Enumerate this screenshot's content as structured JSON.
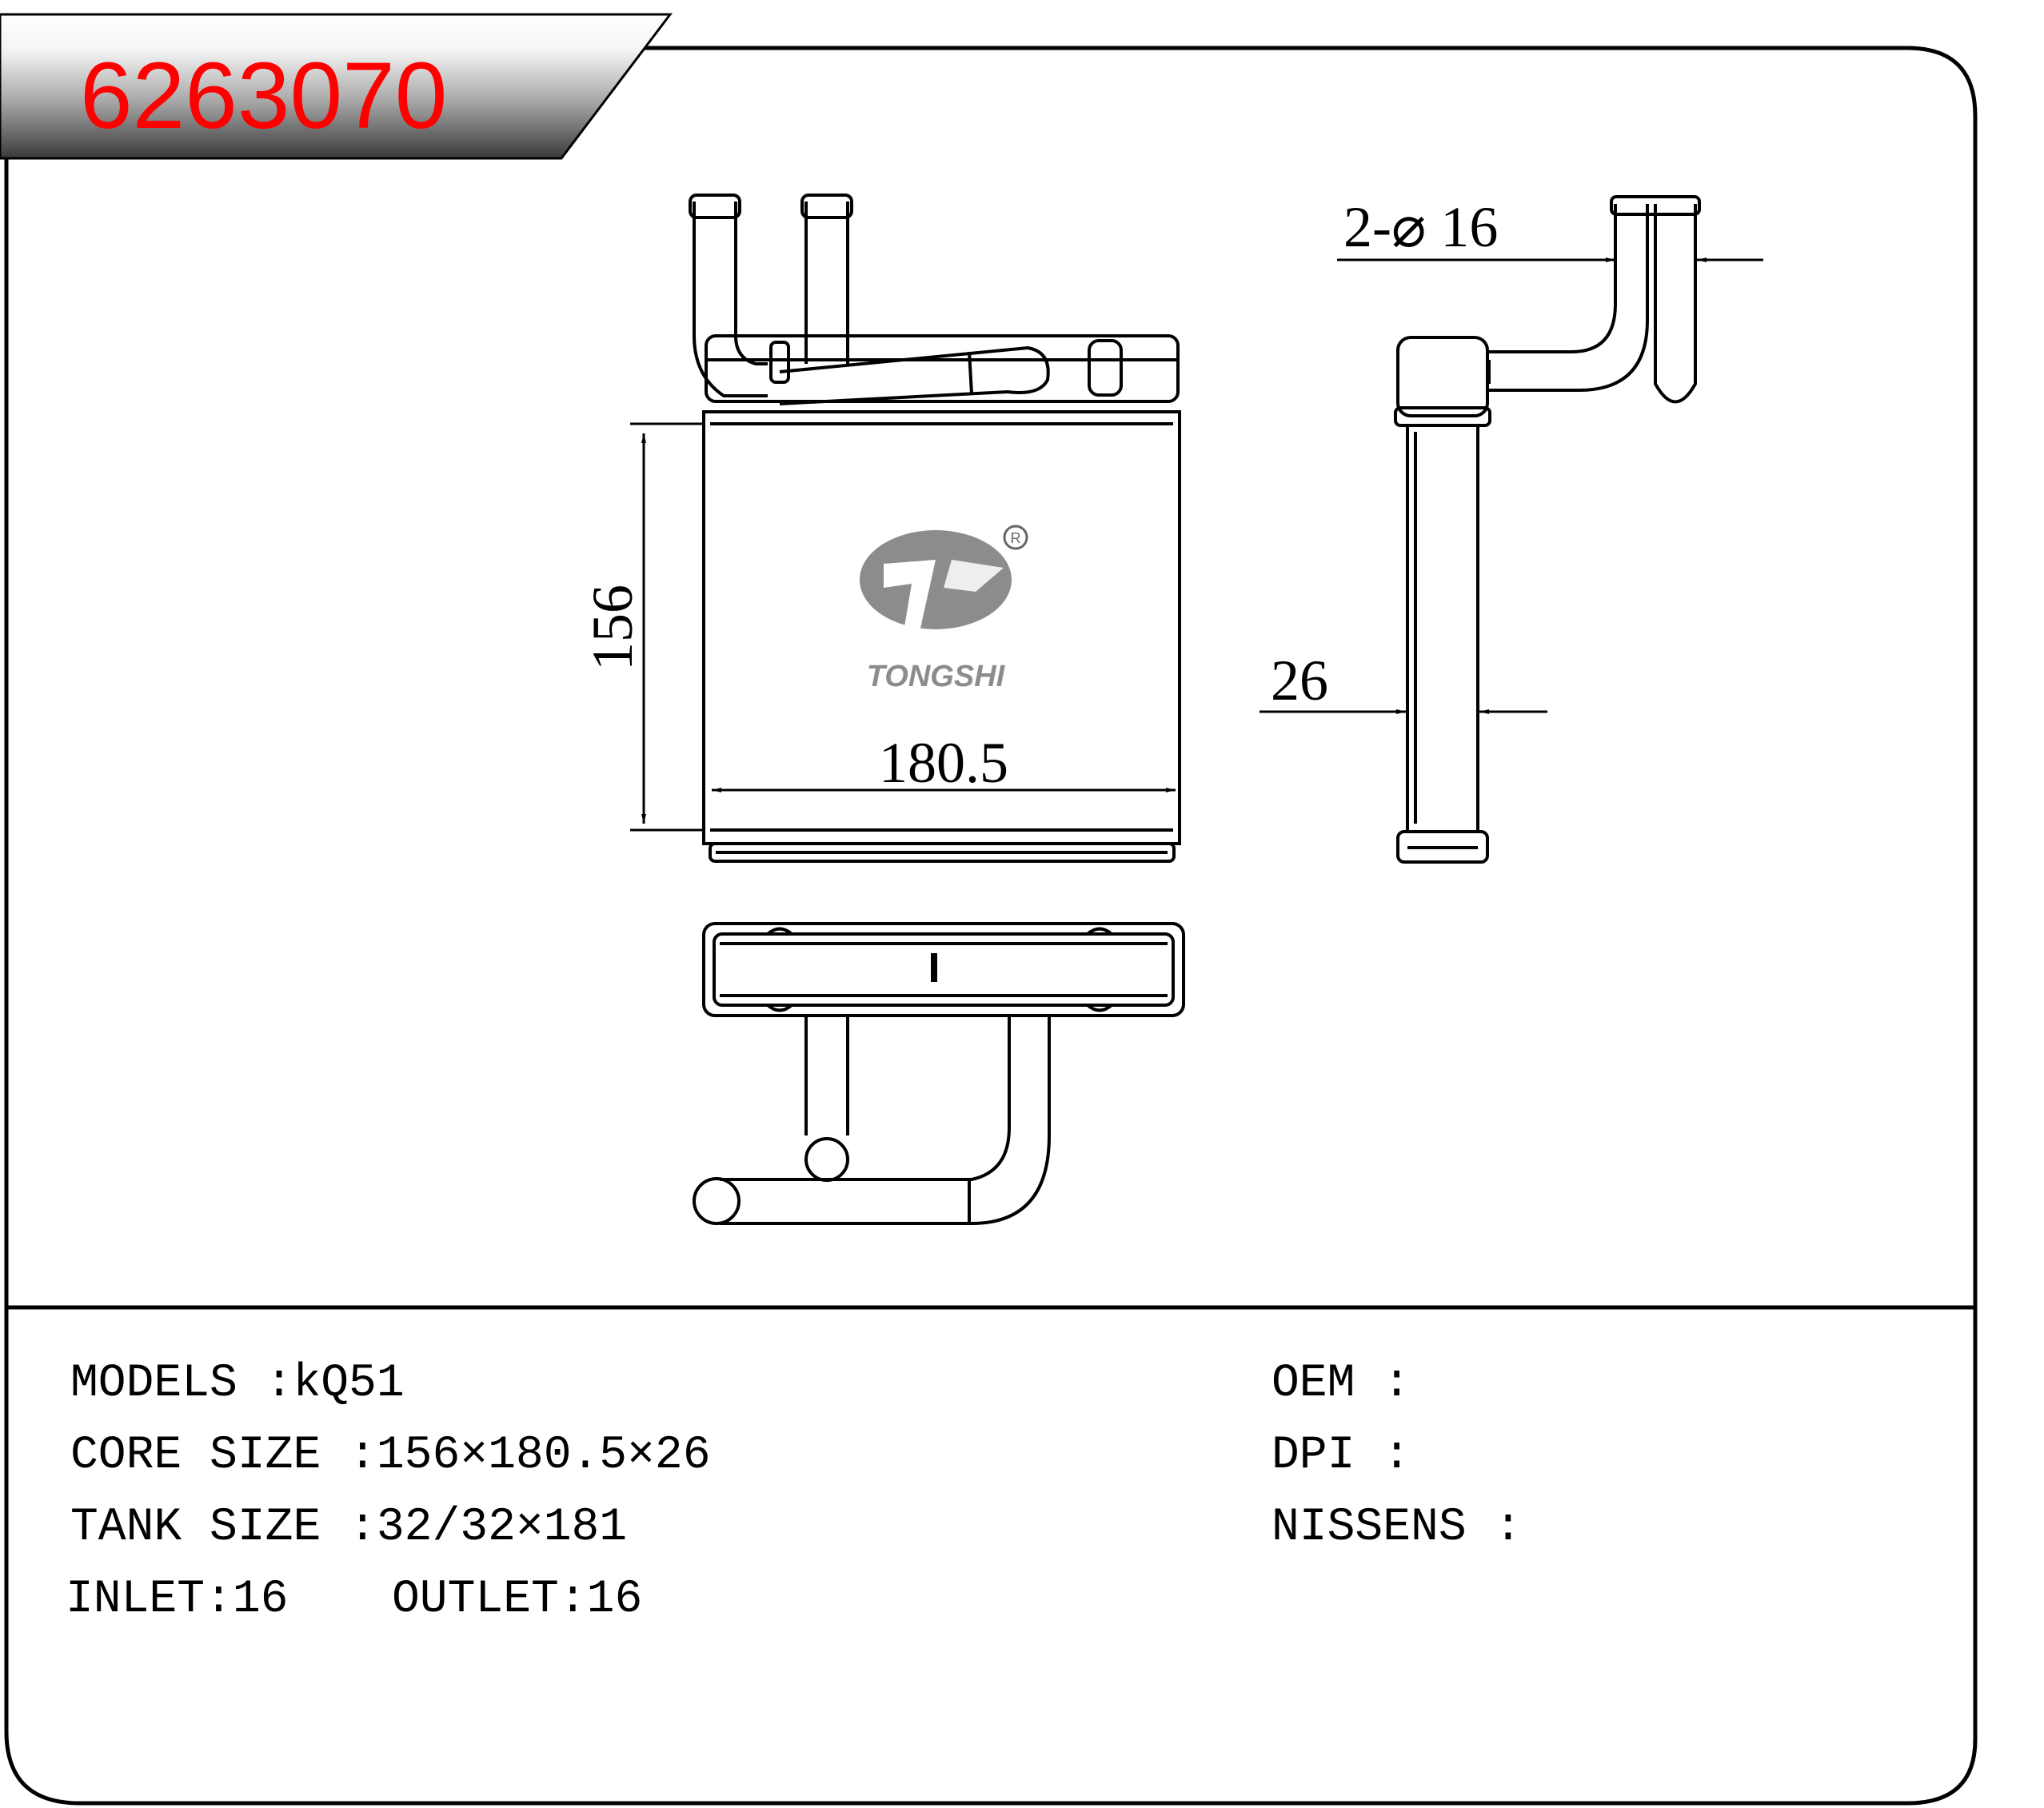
{
  "header": {
    "part_number": "6263070",
    "part_number_color": "#ff0000"
  },
  "logo": {
    "brand": "TONGSHI",
    "registered_mark": "R"
  },
  "dimensions": {
    "height": "156",
    "width": "180.5",
    "depth": "26",
    "pipes": "2-⌀ 16"
  },
  "specs": {
    "models": "MODELS :kQ51",
    "core_size": "CORE SIZE :156×180.5×26",
    "tank_size": "TANK SIZE :32/32×181",
    "inlet": "INLET:16",
    "outlet": "OUTLET:16",
    "oem": "OEM :",
    "dpi": "DPI :",
    "nissens": "NISSENS :"
  }
}
